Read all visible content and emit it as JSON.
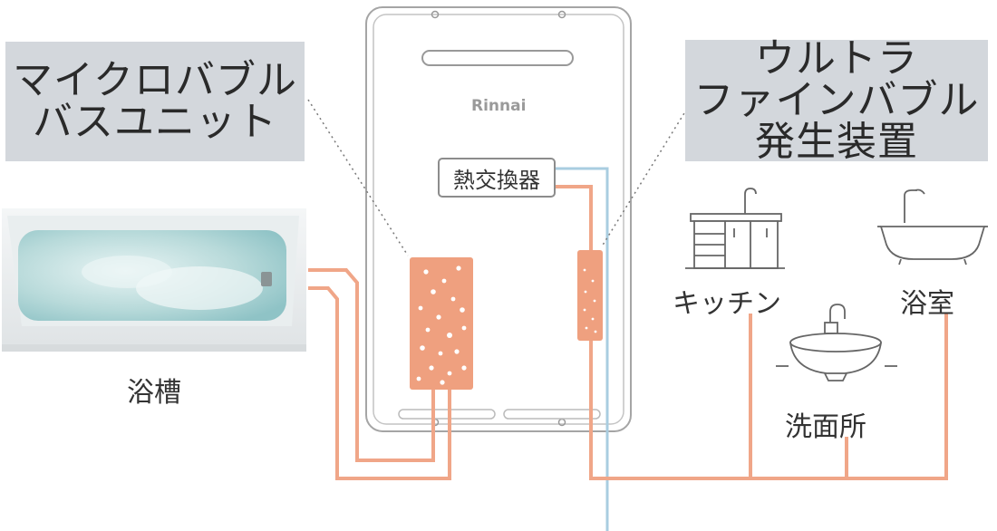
{
  "labels": {
    "micro_bubble_line1": "マイクロバブル",
    "micro_bubble_line2": "バスユニット",
    "ultra_line1": "ウルトラ",
    "ultra_line2": "ファインバブル",
    "ultra_line3": "発生装置",
    "heat_exchanger": "熱交換器",
    "brand": "Rinnai",
    "bathtub": "浴槽",
    "kitchen": "キッチン",
    "bathroom": "浴室",
    "washroom": "洗面所"
  },
  "colors": {
    "pipe": "#f0a688",
    "device": "#efa07f",
    "water_line": "#a9cde0",
    "label_bg": "#d3d7dc",
    "outline": "#8c8c8c"
  },
  "icons": [
    "bathtub-icon",
    "kitchen-sink-icon",
    "bath-icon",
    "wash-basin-icon"
  ]
}
